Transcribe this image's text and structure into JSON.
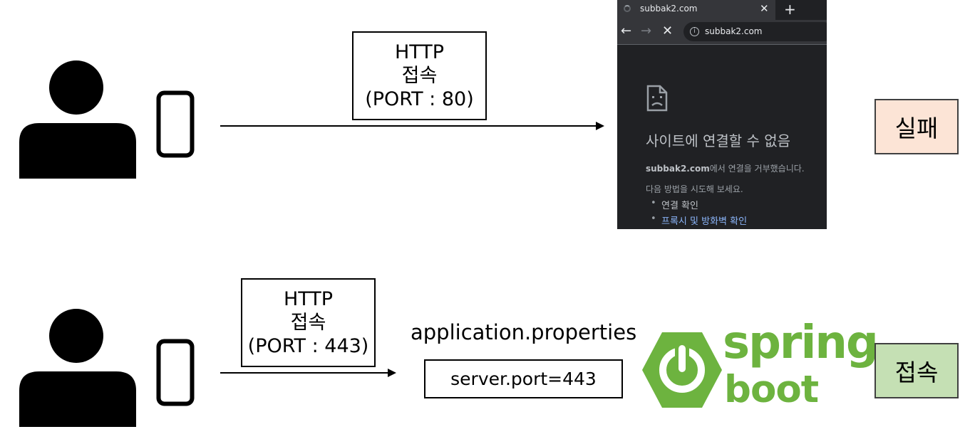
{
  "top": {
    "protocol_box": {
      "line1": "HTTP",
      "line2": "접속",
      "line3": "(PORT : 80)"
    },
    "browser": {
      "tab_title": "subbak2.com",
      "tab_close": "✕",
      "new_tab": "+",
      "back": "←",
      "forward": "→",
      "stop": "✕",
      "info": "i",
      "url": "subbak2.com",
      "error_title": "사이트에 연결할 수 없음",
      "error_domain": "subbak2.com",
      "error_detail": "에서 연결을 거부했습니다.",
      "error_suggest": "다음 방법을 시도해 보세요.",
      "suggestions": [
        "연결 확인",
        "프록시 및 방화벽 확인"
      ]
    },
    "result": "실패",
    "result_color": "#fce4d6"
  },
  "bottom": {
    "protocol_box": {
      "line1": "HTTP",
      "line2": "접속",
      "line3": "(PORT : 443)"
    },
    "config_label": "application.properties",
    "config_value": "server.port=443",
    "spring_logo": {
      "word1": "spring",
      "word2": "boot"
    },
    "spring_color": "#6db33f",
    "result": "접속",
    "result_color": "#c5e0b4"
  },
  "icons": [
    "user-icon",
    "phone-icon",
    "sad-page-icon",
    "power-icon"
  ]
}
